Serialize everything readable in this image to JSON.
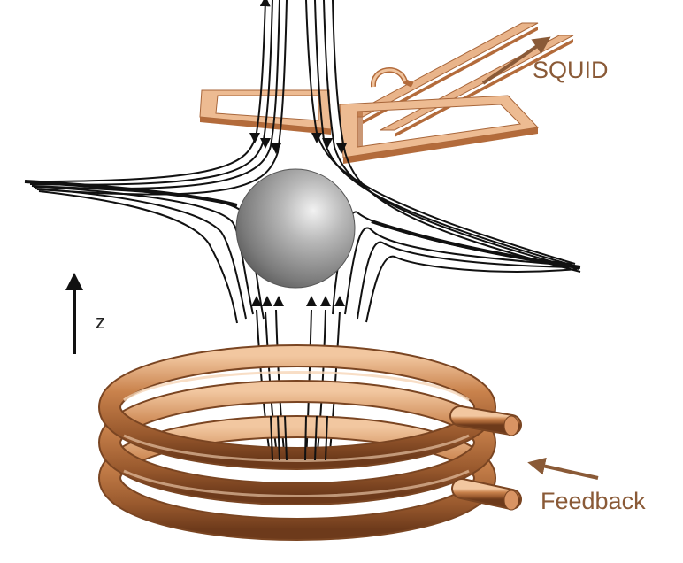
{
  "labels": {
    "squid": "SQUID",
    "feedback": "Feedback",
    "axis": "z"
  },
  "colors": {
    "copper": "#b9733f",
    "copper_dark": "#7a4522",
    "copper_light": "#efc29b",
    "squid_frame": "#e9b48a",
    "squid_side": "#b36b3b",
    "arrow": "#8a5a37",
    "field_lines": "#111111",
    "sphere": "#9a9a9a"
  }
}
